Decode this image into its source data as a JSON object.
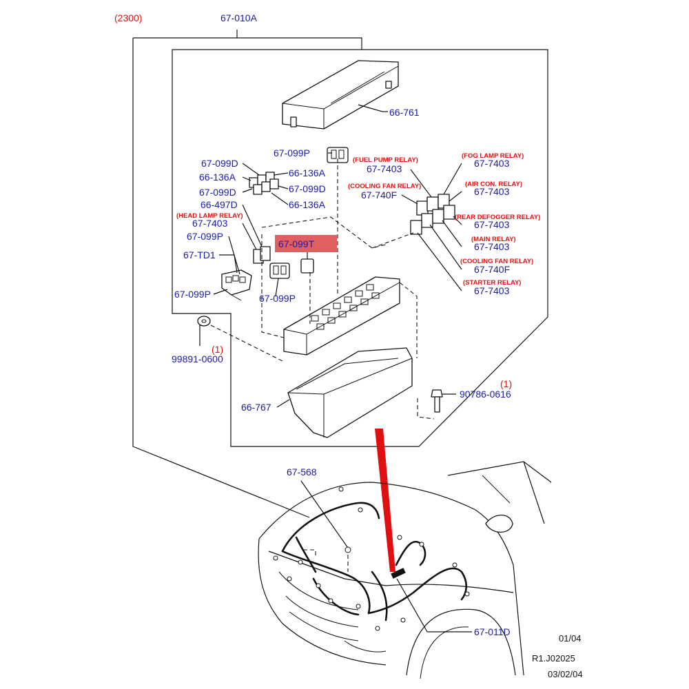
{
  "diagram": {
    "group_code": "(2300)",
    "assembly": "67-010A",
    "parts": {
      "p_66_761": "66-761",
      "p_67_099P_top": "67-099P",
      "p_67_099D_a": "67-099D",
      "p_66_136A_a": "66-136A",
      "p_66_136A_b": "66-136A",
      "p_67_099D_b": "67-099D",
      "p_67_099D_c": "67-099D",
      "p_66_136A_c": "66-136A",
      "p_66_497D": "66-497D",
      "p_67_7403_head": "67-7403",
      "p_67_099P_left": "67-099P",
      "p_67_TD1": "67-TD1",
      "p_67_099P_bottom": "67-099P",
      "p_67_099P_mid": "67-099P",
      "p_67_099T": "67-099T",
      "p_67_7403_fuel": "67-7403",
      "p_67_740F_cool1": "67-740F",
      "p_67_7403_fog": "67-7403",
      "p_67_7403_aircon": "67-7403",
      "p_67_7403_rear": "67-7403",
      "p_67_7403_main": "67-7403",
      "p_67_740F_cool2": "67-740F",
      "p_67_7403_starter": "67-7403",
      "p_99891_0600": "99891-0600",
      "p_66_767": "66-767",
      "p_90786_0616": "90786-0616",
      "p_67_568": "67-568",
      "p_67_011D": "67-011D"
    },
    "relays": {
      "head_lamp": "(HEAD LAMP RELAY)",
      "fuel_pump": "(FUEL PUMP RELAY)",
      "cooling_fan_1": "(COOLING FAN RELAY)",
      "fog_lamp": "(FOG LAMP RELAY)",
      "air_con": "(AIR CON. RELAY)",
      "rear_defogger": "(REAR DEFOGGER RELAY)",
      "main": "(MAIN RELAY)",
      "cooling_fan_2": "(COOLING FAN RELAY)",
      "starter": "(STARTER RELAY)"
    },
    "quantities": {
      "q_99891": "(1)",
      "q_90786": "(1)"
    },
    "highlight_color": "#e06060",
    "part_text_color": "#1a1aa8",
    "relay_text_color": "#e01010",
    "footer": {
      "sheet": "01/04",
      "ref": "R1.J02025",
      "date": "03/02/04"
    }
  }
}
